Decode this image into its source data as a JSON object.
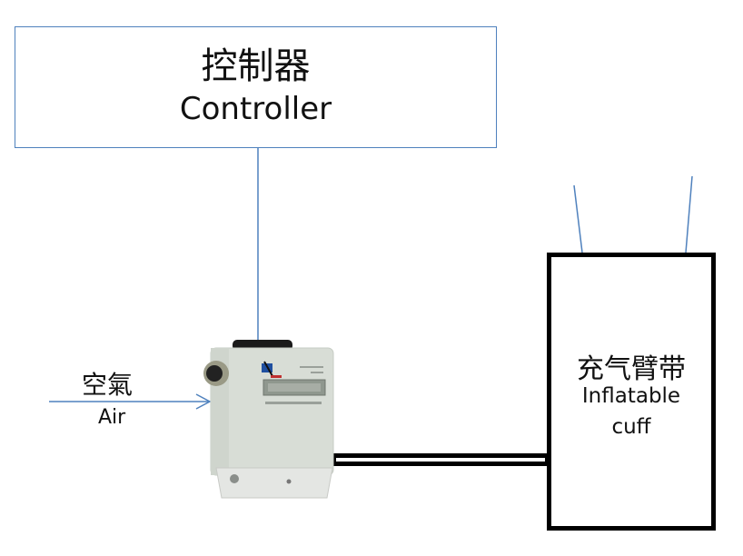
{
  "controller": {
    "label_cn": "控制器",
    "label_en": "Controller"
  },
  "air_input": {
    "label_cn": "空氣",
    "label_en": "Air"
  },
  "cuff": {
    "label_cn": "充气臂带",
    "label_en_line1": "Inflatable",
    "label_en_line2": "cuff"
  },
  "device": {
    "name": "pressure regulator valve (photo)"
  },
  "colors": {
    "signal_line": "#4f81bd",
    "tube": "#000000",
    "device_body": "#d6dcd4"
  }
}
